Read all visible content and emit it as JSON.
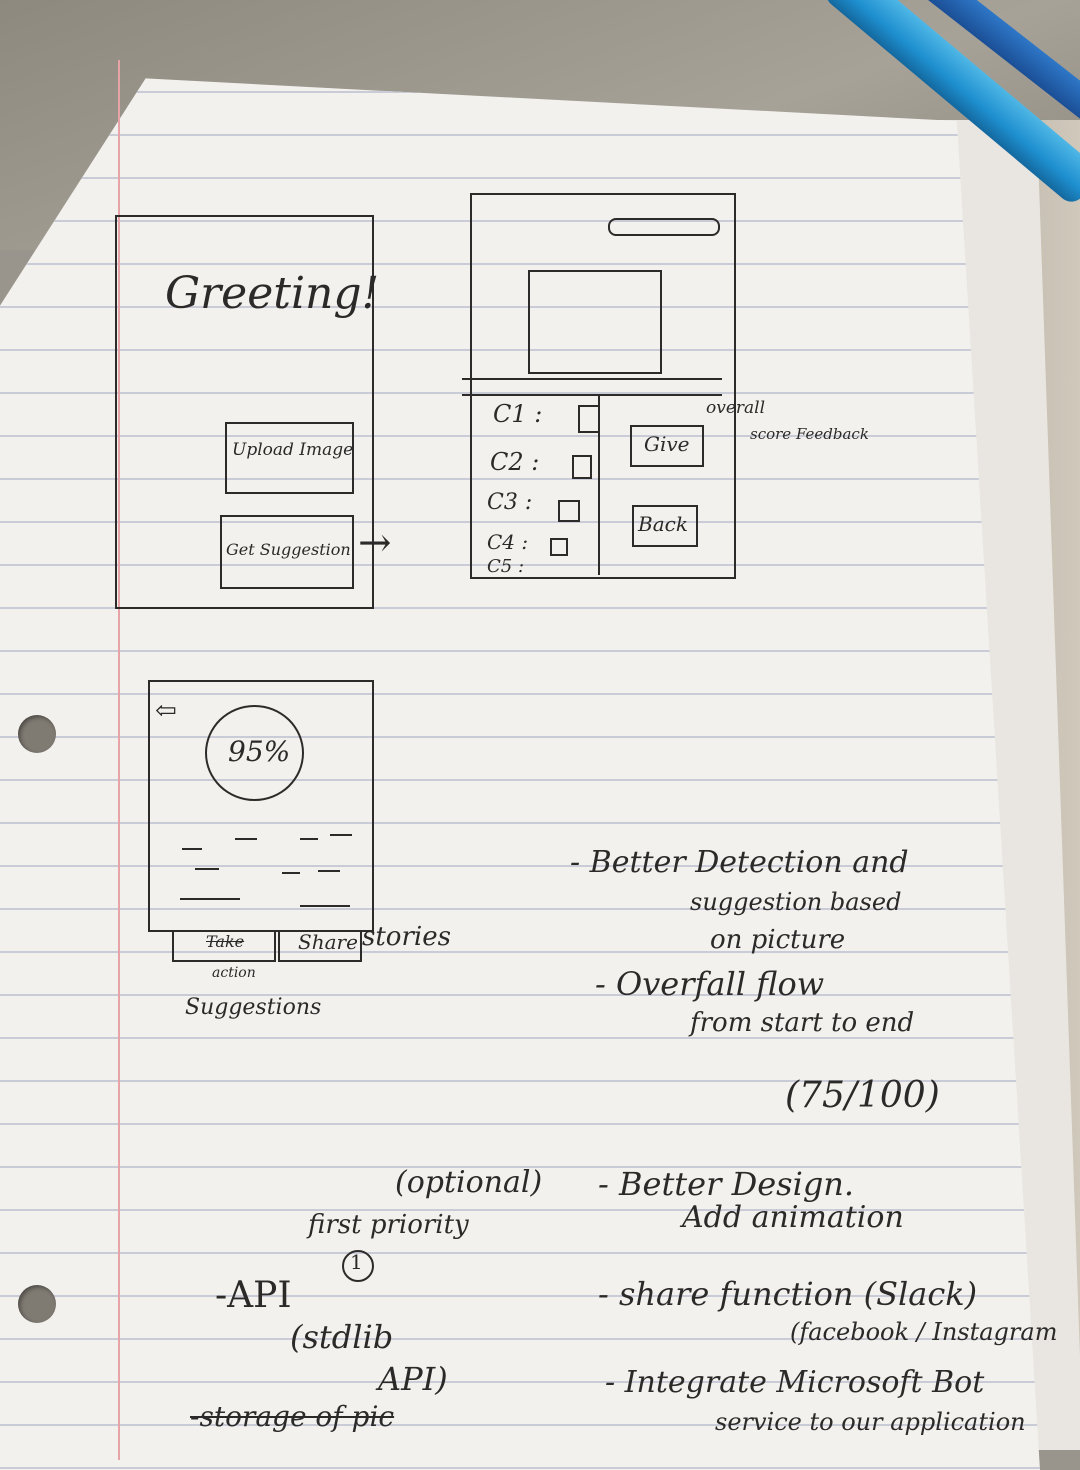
{
  "sketch1": {
    "greeting": "Greeting!",
    "upload_button": "Upload Image",
    "suggestion_button": "Get Suggestion",
    "arrow": "→"
  },
  "sketch2": {
    "rows": [
      "C1 :",
      "C2 :",
      "C3 :",
      "C4 :",
      "C5 :"
    ],
    "give_button": "Give",
    "back_button": "Back",
    "overall_note": "overall",
    "feedback_note": "score Feedback"
  },
  "sketch3": {
    "back_arrow": "⇦",
    "score": "95%",
    "take_button": "Take",
    "share_button": "Share",
    "stories_note": "stories",
    "action_note": "action",
    "suggestions_note": "Suggestions"
  },
  "notes": {
    "item1_line1": "- Better Detection and",
    "item1_line2": "suggestion based",
    "item1_line3": "on picture",
    "item2_line1": "- Overfall flow",
    "item2_line2": "from start to end",
    "score_note": "(75/100)",
    "optional": "(optional)",
    "item3_line1": "- Better Design.",
    "item3_line2": "Add animation",
    "first_priority": "first priority",
    "circled_one": "1",
    "api_line1": "-API",
    "api_line2": "(stdlib",
    "api_line3": "API)",
    "item4_line1": "- share function (Slack)",
    "item4_line2": "(facebook / Instagram",
    "storage_line": "-storage of pic",
    "item5_line1": "- Integrate Microsoft Bot",
    "item5_line2": "service to our application"
  }
}
